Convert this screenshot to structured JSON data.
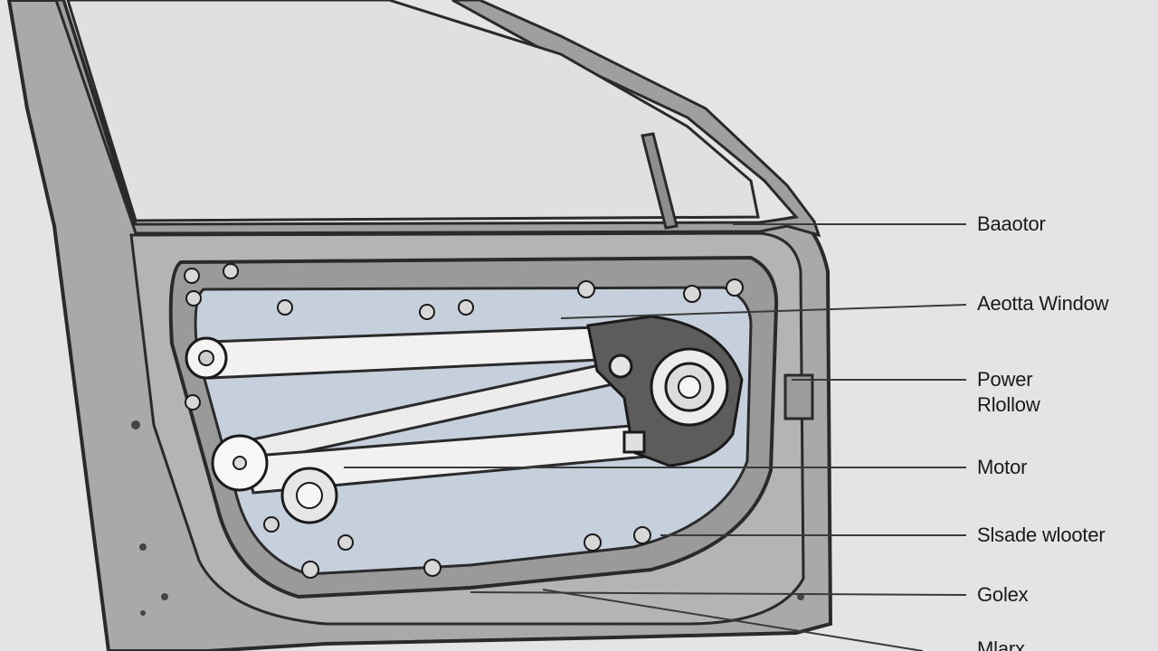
{
  "diagram": {
    "callouts": [
      {
        "id": "regulator",
        "label": "Baaotor"
      },
      {
        "id": "window",
        "label": "Aeotta Window"
      },
      {
        "id": "power",
        "label": "Power",
        "label2": "Rlollow"
      },
      {
        "id": "motor",
        "label": "Motor"
      },
      {
        "id": "slide",
        "label": "Slsade wlooter"
      },
      {
        "id": "golex",
        "label": "Golex"
      },
      {
        "id": "bottom",
        "label": "Mlarx"
      }
    ],
    "colors": {
      "background": "#e4e4e4",
      "door_panel": "#a8a8a8",
      "door_frame": "#9c9c9c",
      "inner_cutout": "#c8d2e0",
      "rails": "#f2f2f2",
      "outline": "#2a2a2a",
      "callout_line": "#3a3a3a"
    }
  }
}
